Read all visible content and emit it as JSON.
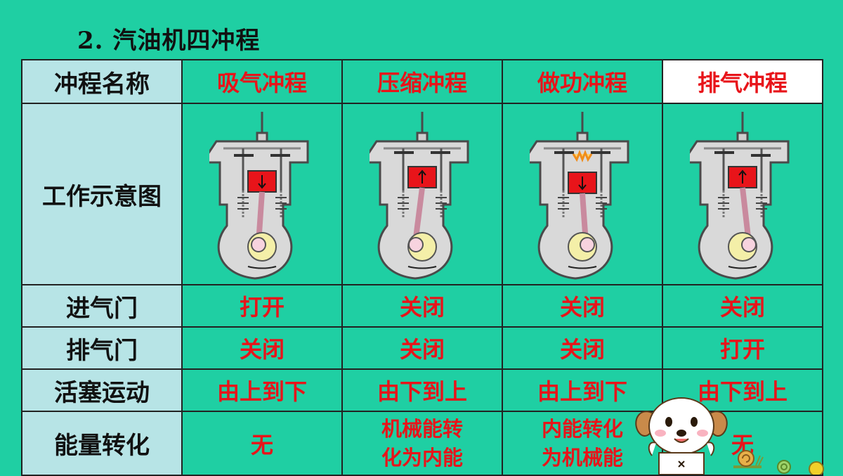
{
  "title": "2. 汽油机四冲程",
  "row_headers": {
    "stroke_name": "冲程名称",
    "diagram": "工作示意图",
    "intake_valve": "进气门",
    "exhaust_valve": "排气门",
    "piston_motion": "活塞运动",
    "energy_conversion": "能量转化"
  },
  "strokes": [
    {
      "name": "吸气冲程",
      "intake_valve": "打开",
      "exhaust_valve": "关闭",
      "piston_motion": "由上到下",
      "energy_line1": "无",
      "energy_line2": ""
    },
    {
      "name": "压缩冲程",
      "intake_valve": "关闭",
      "exhaust_valve": "关闭",
      "piston_motion": "由下到上",
      "energy_line1": "机械能转",
      "energy_line2": "化为内能"
    },
    {
      "name": "做功冲程",
      "intake_valve": "关闭",
      "exhaust_valve": "关闭",
      "piston_motion": "由上到下",
      "energy_line1": "内能转化",
      "energy_line2": "为机械能"
    },
    {
      "name": "排气冲程",
      "intake_valve": "关闭",
      "exhaust_valve": "打开",
      "piston_motion": "由下到上",
      "energy_line1": "无",
      "energy_line2": ""
    }
  ],
  "colors": {
    "background": "#1fcfa3",
    "header_cell": "#b7e4e6",
    "value_text": "#e8141a",
    "piston": "#e8141a"
  },
  "icons": [
    "engine-diagram-intake",
    "engine-diagram-compression",
    "engine-diagram-power",
    "engine-diagram-exhaust",
    "cartoon-dog",
    "snail-icon"
  ]
}
